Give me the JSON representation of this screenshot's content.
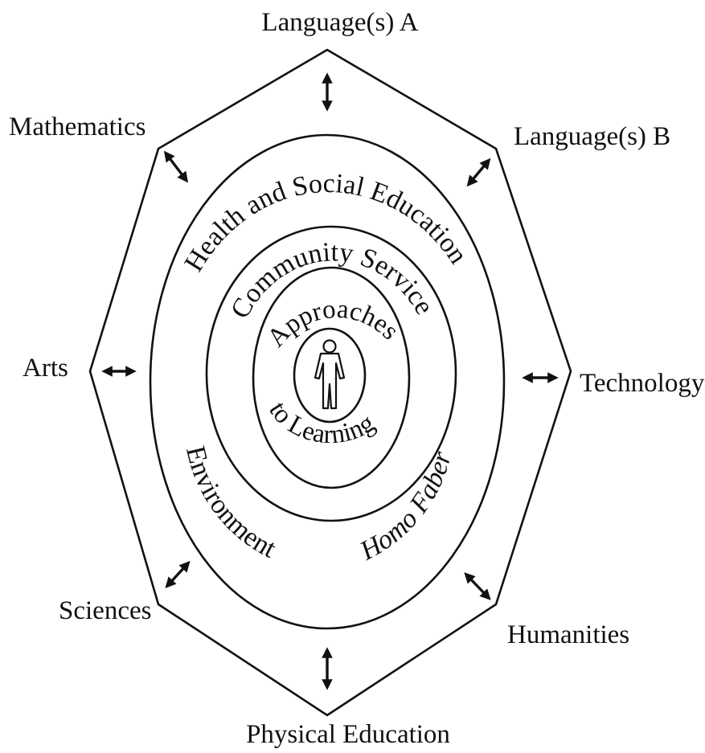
{
  "outer_subjects": {
    "top": "Language(s) A",
    "top_right": "Language(s) B",
    "right": "Technology",
    "bottom_right": "Humanities",
    "bottom": "Physical Education",
    "bottom_left": "Sciences",
    "left": "Arts",
    "top_left": "Mathematics"
  },
  "areas_of_interaction": {
    "health": "Health and Social Education",
    "community": "Community Service",
    "environment": "Environment",
    "homo_faber": "Homo Faber",
    "approaches": "Approaches",
    "to_learning": "to Learning"
  },
  "center_icon": "student-figure-icon",
  "connector_icon": "double-headed-arrow-icon",
  "ink_color": "#111111"
}
